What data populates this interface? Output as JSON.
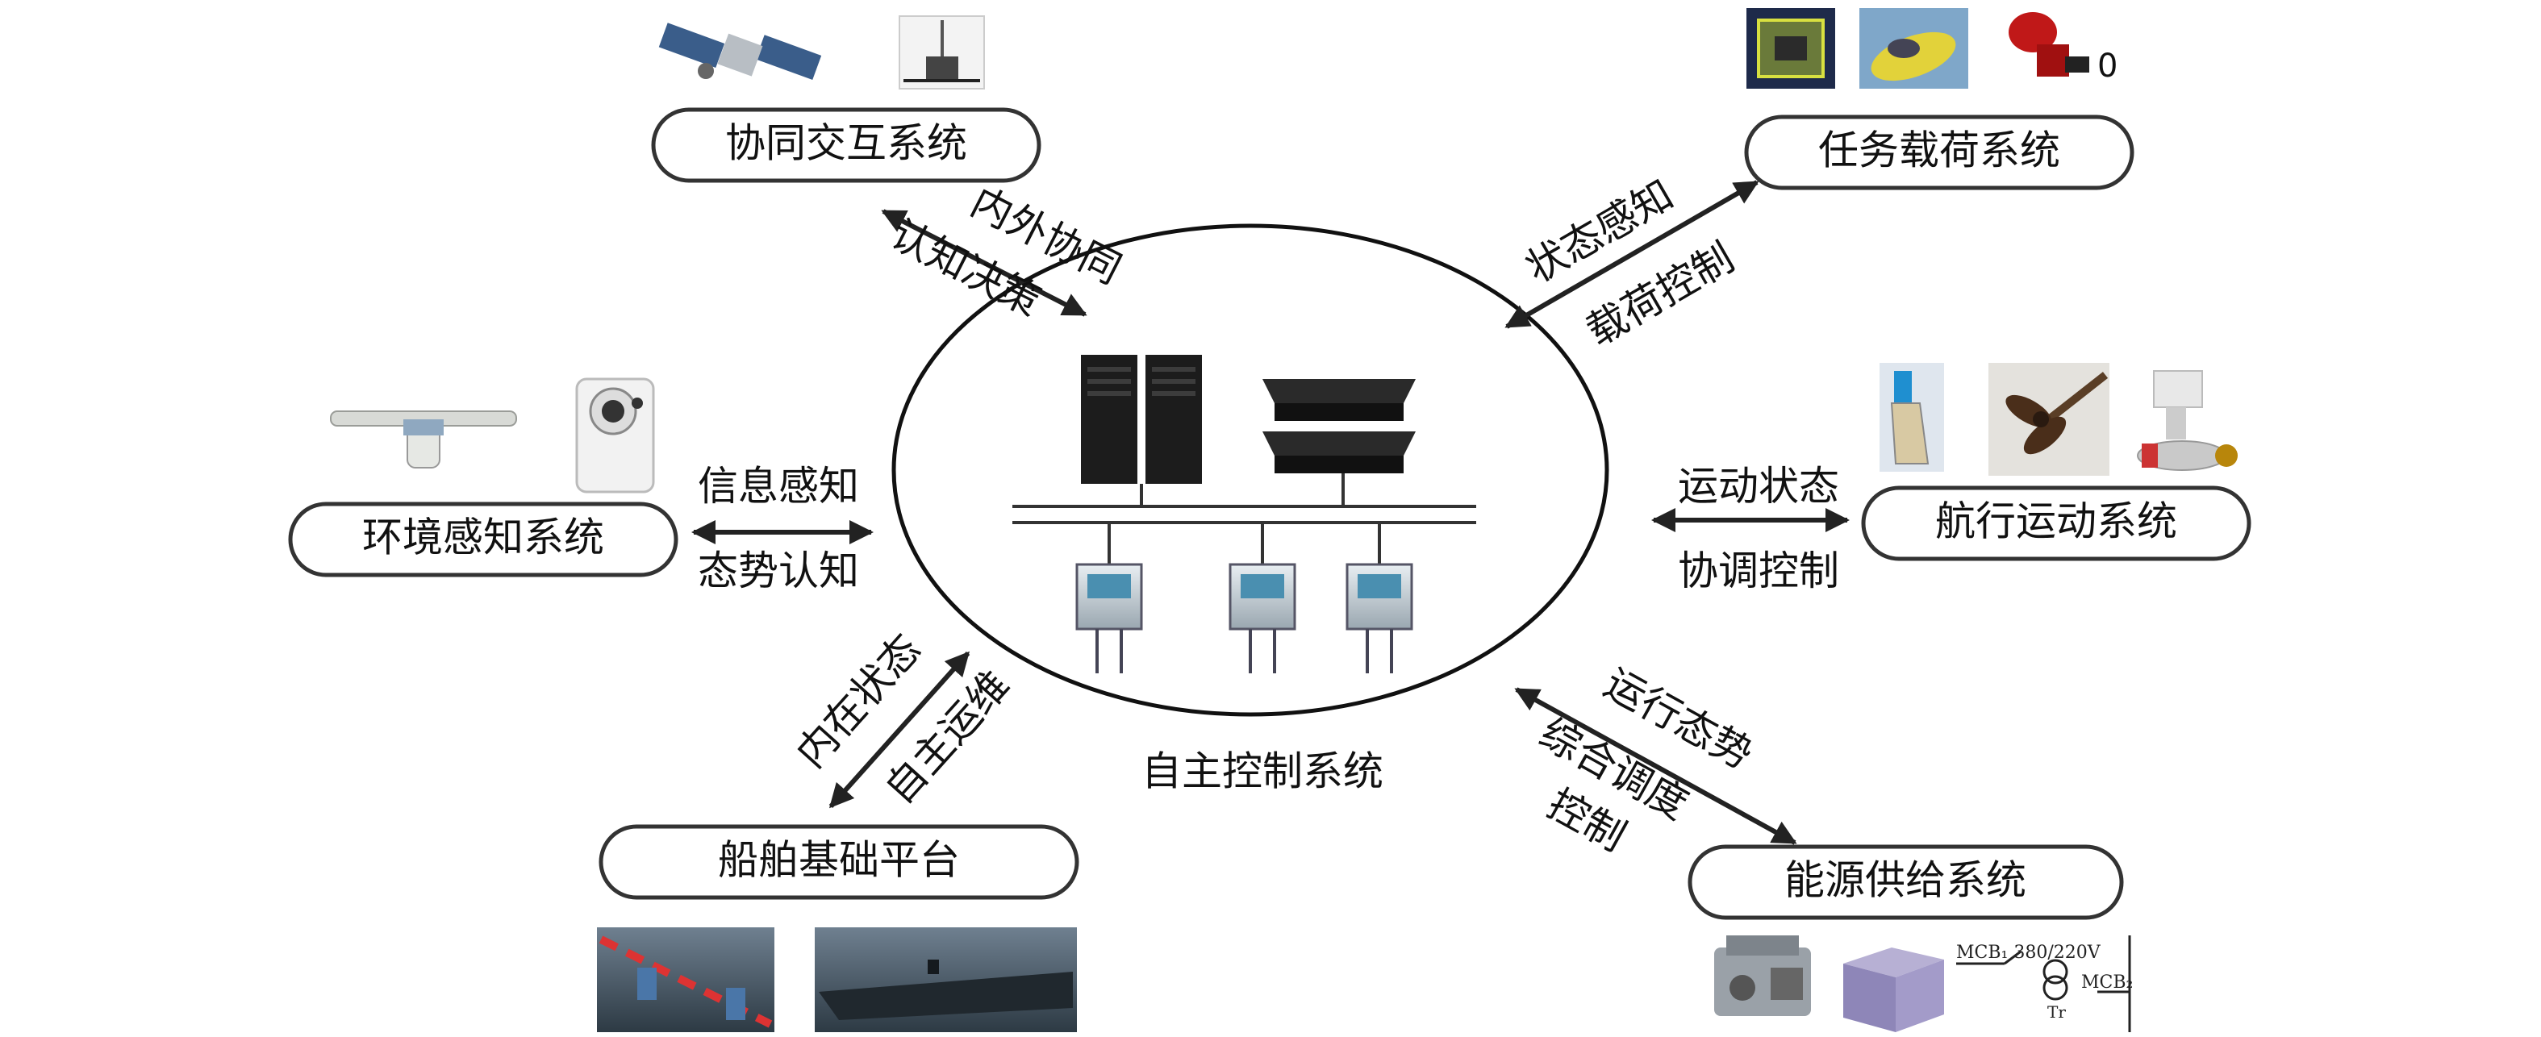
{
  "center": {
    "label": "自主控制系统"
  },
  "nodes": {
    "collab": "协同交互系统",
    "payload": "任务载荷系统",
    "env": "环境感知系统",
    "nav": "航行运动系统",
    "platform": "船舶基础平台",
    "energy": "能源供给系统"
  },
  "links": {
    "collab_a": "内外协同",
    "collab_b": "认知决策",
    "payload_a": "状态感知",
    "payload_b": "载荷控制",
    "env_a": "信息感知",
    "env_b": "态势认知",
    "nav_a": "运动状态",
    "nav_b": "协调控制",
    "platform_a": "内在状态",
    "platform_b": "自主运维",
    "energy_a": "运行态势",
    "energy_b": "综合调度",
    "energy_c": "控制"
  },
  "photo_text": {
    "mcb1": "MCB₁ 380/220V",
    "mcb2": "MCB₂",
    "tr": "Tr"
  }
}
